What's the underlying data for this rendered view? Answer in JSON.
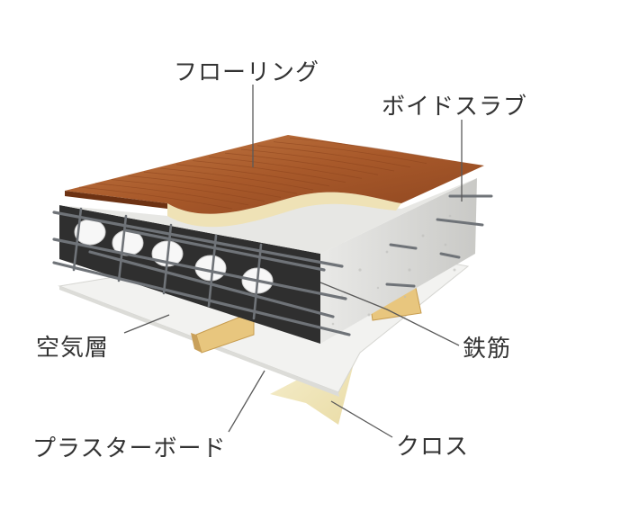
{
  "labels": {
    "flooring": "フローリング",
    "void_slab": "ボイドスラブ",
    "air_layer": "空気層",
    "rebar": "鉄筋",
    "plasterboard": "プラスターボード",
    "cloth": "クロス"
  },
  "colors": {
    "wood": "#b0602e",
    "wood_dark": "#7a3a17",
    "concrete": "#d9d9d6",
    "concrete_dark": "#2a2a2a",
    "board": "#f1f1ef",
    "cloth": "#f1e9c2",
    "timber": "#e3c078",
    "steel": "#6f7378",
    "leader": "#5a5a5a"
  }
}
